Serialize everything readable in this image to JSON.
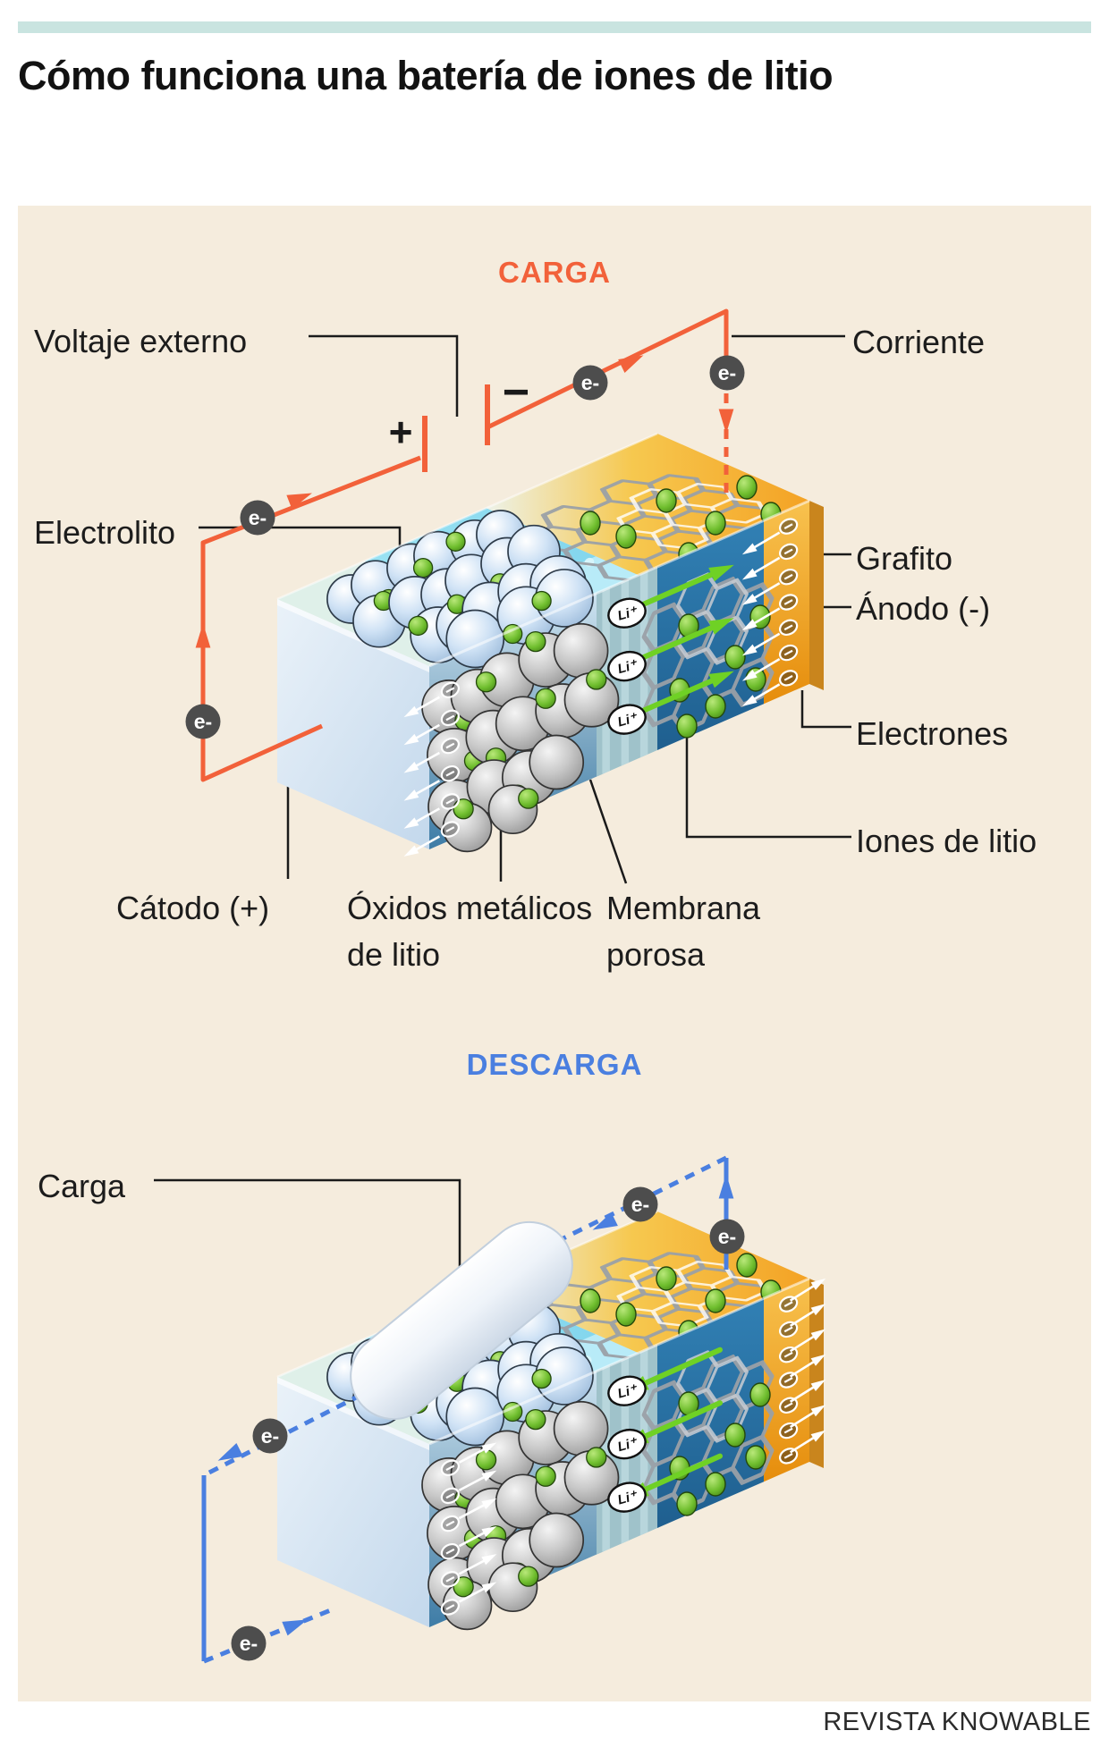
{
  "page": {
    "title_line1": "Cómo funciona una batería de iones de",
    "title_line2": "litio",
    "credit": "REVISTA KNOWABLE"
  },
  "colors": {
    "panel_bg": "#f5ecdd",
    "top_bar": "#c9e4e0",
    "charge_accent": "#f2613a",
    "discharge_accent": "#4a7fe0",
    "label_text": "#1c1c1c",
    "lithium_arrow_green": "#6fd125"
  },
  "charge_section": {
    "title": "CARGA",
    "labels": {
      "voltaje_externo": "Voltaje externo",
      "corriente": "Corriente",
      "electrolito": "Electrolito",
      "grafito": "Grafito",
      "anodo": "Ánodo (-)",
      "electrones": "Electrones",
      "iones_litio": "Iones de litio",
      "catodo": "Cátodo (+)",
      "oxidos_line1": "Óxidos metálicos",
      "oxidos_line2": "de litio",
      "membrana_line1": "Membrana",
      "membrana_line2": "porosa"
    }
  },
  "discharge_section": {
    "title": "DESCARGA",
    "labels": {
      "carga": "Carga"
    }
  },
  "symbols": {
    "electron": "e-",
    "lithium_ion": "Li⁺",
    "plus": "+",
    "minus": "−"
  }
}
